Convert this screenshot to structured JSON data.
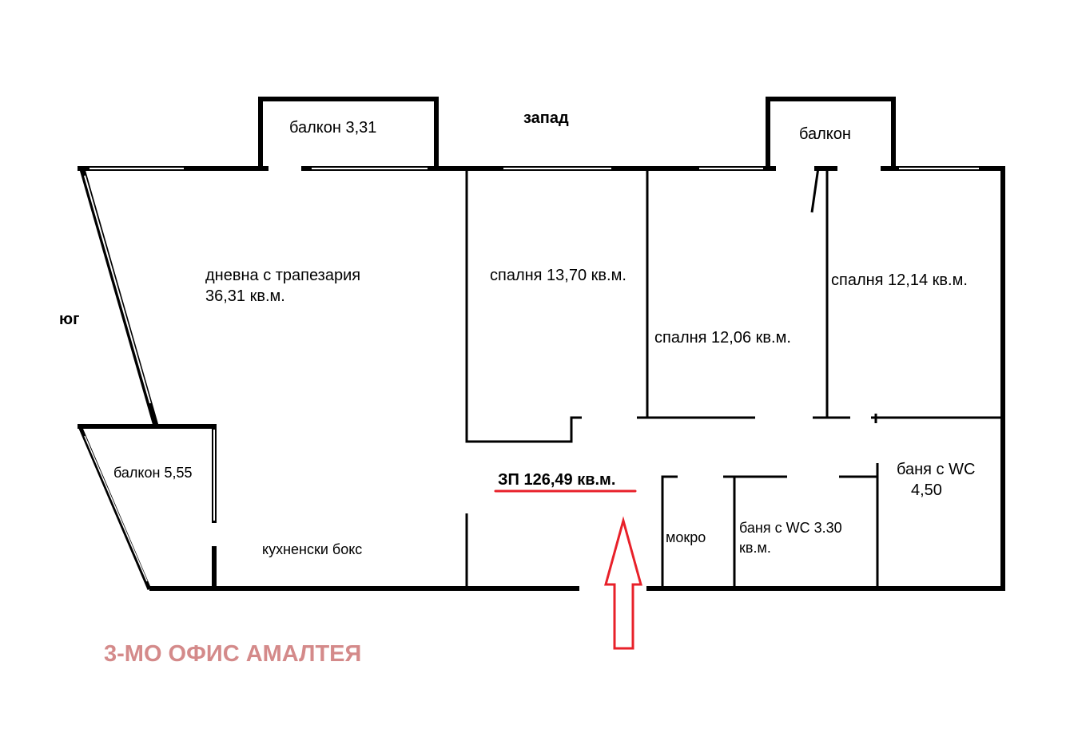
{
  "orientation": {
    "west": "запад",
    "south": "юг"
  },
  "rooms": {
    "balcony_1": "балкон 3,31",
    "balcony_2": "балкон",
    "balcony_3": "балкон 5,55",
    "living_line1": "дневна с трапезария",
    "living_line2": "36,31 кв.м.",
    "bedroom_1": "спалня 13,70 кв.м.",
    "bedroom_2": "спалня 12,06 кв.м.",
    "bedroom_3": "спалня 12,14 кв.м.",
    "kitchen": "кухненски бокс",
    "wet": "мокро",
    "bath_1_line1": "баня с WC 3.30",
    "bath_1_line2": "кв.м.",
    "bath_2_line1": "баня с WC",
    "bath_2_line2": "4,50"
  },
  "total_area": "ЗП 126,49 кв.м.",
  "watermark": "3-МО ОФИС АМАЛТЕЯ",
  "colors": {
    "accent": "#e8212a",
    "watermark": "#d48a8a",
    "walls": "#000000"
  },
  "entrance_icon": "arrow-up-icon"
}
